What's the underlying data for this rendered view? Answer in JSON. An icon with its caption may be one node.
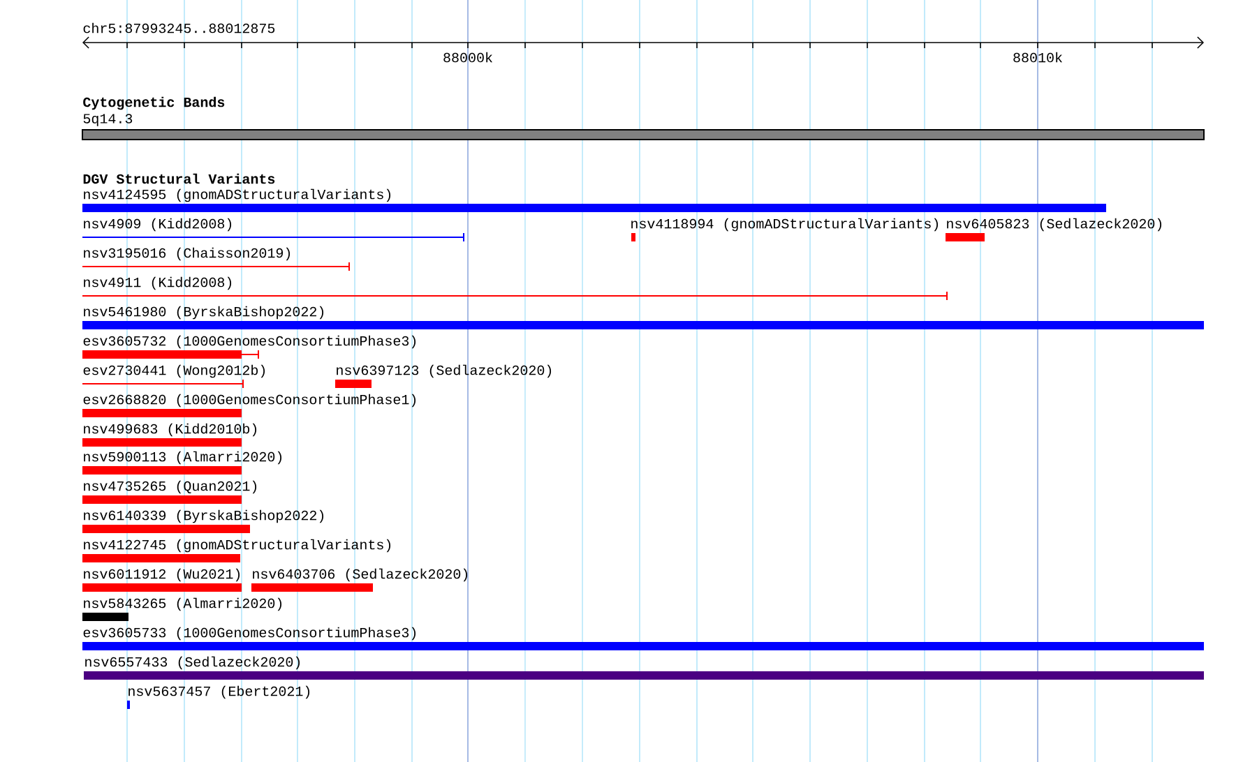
{
  "diagram": {
    "nodes": [
      {
        "text": [
          "5q14.3"
        ]
      },
      {
        "text": [
          "nsv4124595 (gnomADStructuralVariants)"
        ]
      },
      {
        "text": [
          "nsv4909 (Kidd2008)"
        ]
      },
      {
        "text": [
          "nsv4118994 (gnomADStructuralVariants)"
        ]
      },
      {
        "text": [
          "nsv6405823 (Sedlazeck2020)"
        ]
      },
      {
        "text": [
          "nsv3195016 (Chaisson2019)"
        ]
      },
      {
        "text": [
          "nsv4911 (Kidd2008)"
        ]
      },
      {
        "text": [
          "nsv5461980 (ByrskaBishop2022)"
        ]
      },
      {
        "text": [
          "esv3605732 (1000GenomesConsortiumPhase3)"
        ]
      },
      {
        "text": [
          "esv2730441 (Wong2012b)"
        ]
      },
      {
        "text": [
          "nsv6397123 (Sedlazeck2020)"
        ]
      },
      {
        "text": [
          "esv2668820 (1000GenomesConsortiumPhase1)"
        ]
      },
      {
        "text": [
          "nsv499683 (Kidd2010b)"
        ]
      },
      {
        "text": [
          "nsv5900113 (Almarri2020)"
        ]
      },
      {
        "text": [
          "nsv4735265 (Quan2021)"
        ]
      },
      {
        "text": [
          "nsv6140339 (ByrskaBishop2022)"
        ]
      },
      {
        "text": [
          "nsv4122745 (gnomADStructuralVariants)"
        ]
      },
      {
        "text": [
          "nsv6011912 (Wu2021)"
        ]
      },
      {
        "text": [
          "nsv6403706 (Sedlazeck2020)"
        ]
      },
      {
        "text": [
          "nsv5843265 (Almarri2020)"
        ]
      },
      {
        "text": [
          "esv3605733 (1000GenomesConsortiumPhase3)"
        ]
      },
      {
        "text": [
          "nsv6557433 (Sedlazeck2020)"
        ]
      },
      {
        "text": [
          "nsv5637457 (Ebert2021)"
        ]
      }
    ],
    "labels": [
      "chr5:87993245..88012875",
      "88000k",
      "88010k",
      "Cytogenetic Bands",
      "DGV Structural Variants"
    ]
  }
}
